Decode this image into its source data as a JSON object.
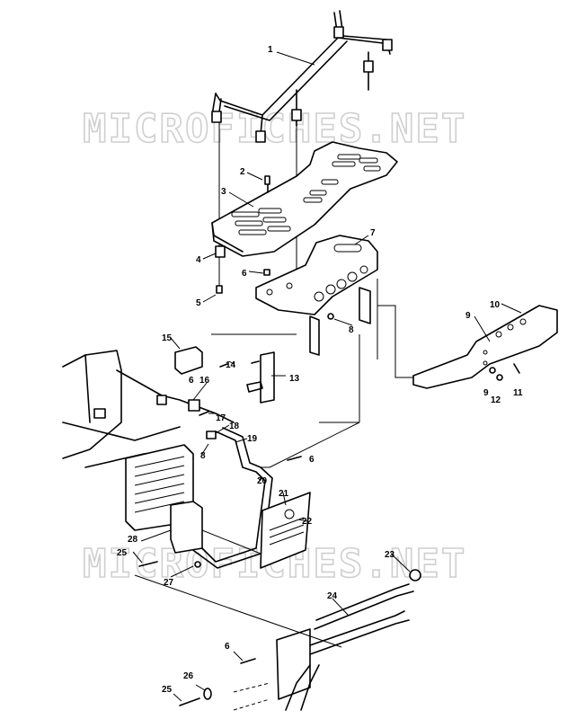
{
  "watermarks": [
    "MICROFICHES.NET",
    "MICROFICHES.NET"
  ],
  "callouts": [
    "1",
    "2",
    "3",
    "4",
    "5",
    "6",
    "6",
    "6",
    "6",
    "7",
    "8",
    "8",
    "9",
    "9",
    "10",
    "11",
    "12",
    "13",
    "14",
    "15",
    "16",
    "17",
    "18",
    "19",
    "20",
    "21",
    "22",
    "23",
    "24",
    "25",
    "25",
    "26",
    "27",
    "28"
  ]
}
